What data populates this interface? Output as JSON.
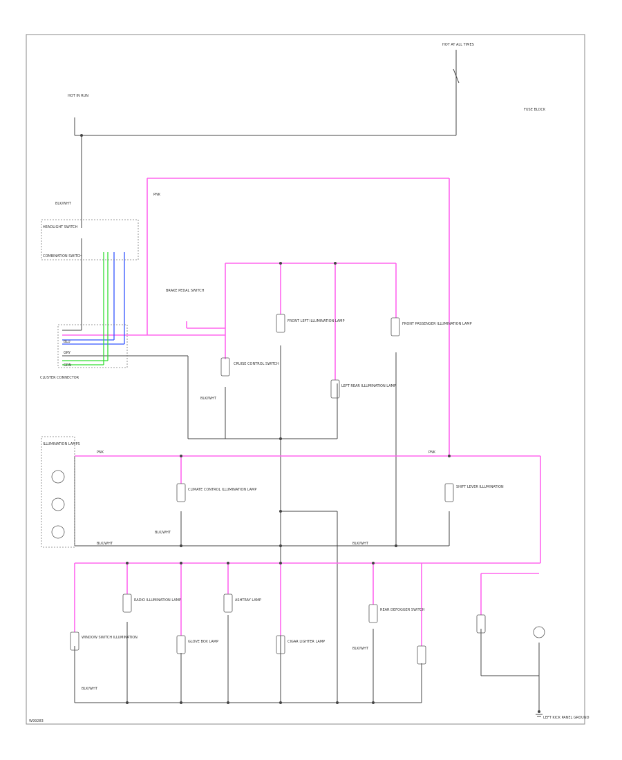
{
  "diagram": {
    "colors": {
      "ground_wire": "#7a7a7a",
      "power_wire": "#333333",
      "illum_wire": "#ff66ee",
      "blue_wire": "#3355ff",
      "green_wire": "#33dd33",
      "frame": "#888888"
    },
    "labels": {
      "hot_in_run": "HOT IN RUN",
      "hot_at_all_times": "HOT AT ALL TIMES",
      "fuse_block": "FUSE BLOCK",
      "headlight_switch": "HEADLIGHT SWITCH",
      "combination_switch": "COMBINATION SWITCH",
      "brake_pedal_switch": "BRAKE PEDAL SWITCH",
      "cluster_connector": "CLUSTER CONNECTOR",
      "illumination_lamps": "ILLUMINATION LAMPS",
      "cruise_control_switch": "CRUISE CONTROL SWITCH",
      "front_left_illumination": "FRONT LEFT ILLUMINATION LAMP",
      "left_rear_illumination": "LEFT REAR ILLUMINATION LAMP",
      "climate_control_illumination": "CLIMATE CONTROL ILLUMINATION LAMP",
      "radio_illumination": "RADIO ILLUMINATION LAMP",
      "glove_box_lamp": "GLOVE BOX LAMP",
      "ashtray_lamp": "ASHTRAY LAMP",
      "cigar_lighter_lamp": "CIGAR LIGHTER LAMP",
      "window_switch_illumination": "WINDOW SWITCH ILLUMINATION",
      "front_passenger_illumination": "FRONT PASSENGER ILLUMINATION LAMP",
      "shift_lever_illumination": "SHIFT LEVER ILLUMINATION",
      "rear_defogger_switch": "REAR DEFOGGER SWITCH",
      "ground_left_kick_panel": "LEFT KICK PANEL GROUND",
      "wire_blk_wht": "BLK/WHT",
      "wire_pnk": "PNK",
      "wire_gry": "GRY",
      "wire_blu": "BLU",
      "wire_grn": "GRN",
      "footer_code": "W99283"
    }
  }
}
